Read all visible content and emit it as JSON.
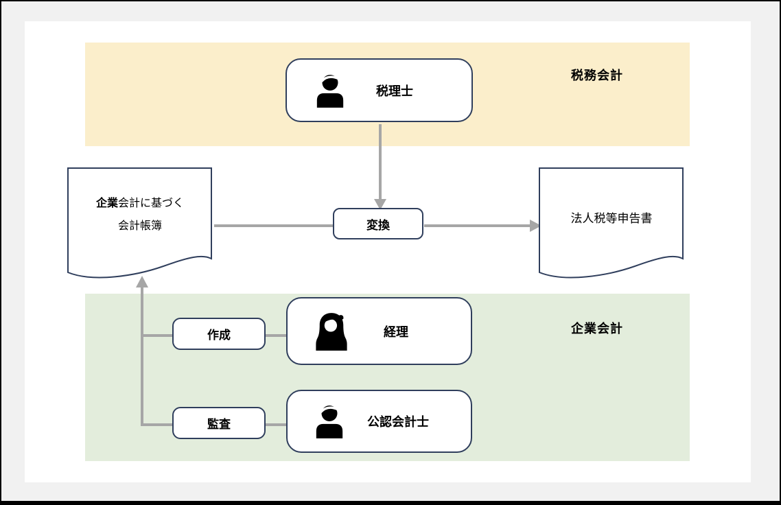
{
  "diagram": {
    "bands": {
      "tax": {
        "label": "税務会計"
      },
      "corporate": {
        "label": "企業会計"
      }
    },
    "nodes": {
      "tax_accountant": {
        "label": "税理士",
        "icon": "person-male-icon"
      },
      "conversion": {
        "label": "変換"
      },
      "ledger_doc": {
        "line1_emphasis": "企業",
        "line1_rest": "会計に基づく",
        "line2": "会計帳簿"
      },
      "tax_return_doc": {
        "label": "法人税等申告書"
      },
      "create": {
        "label": "作成"
      },
      "accounting_dept": {
        "label": "経理",
        "icon": "person-female-icon"
      },
      "audit": {
        "label": "監査"
      },
      "cpa": {
        "label": "公認会計士",
        "icon": "person-male-icon"
      }
    },
    "colors": {
      "band_tax": "#fbeecb",
      "band_corporate": "#e3eddc",
      "node_border": "#2f3e5c",
      "connector": "#a6a6a6",
      "page_background": "#ffffff",
      "outer_background": "#f1f1f1",
      "text": "#000000"
    }
  }
}
